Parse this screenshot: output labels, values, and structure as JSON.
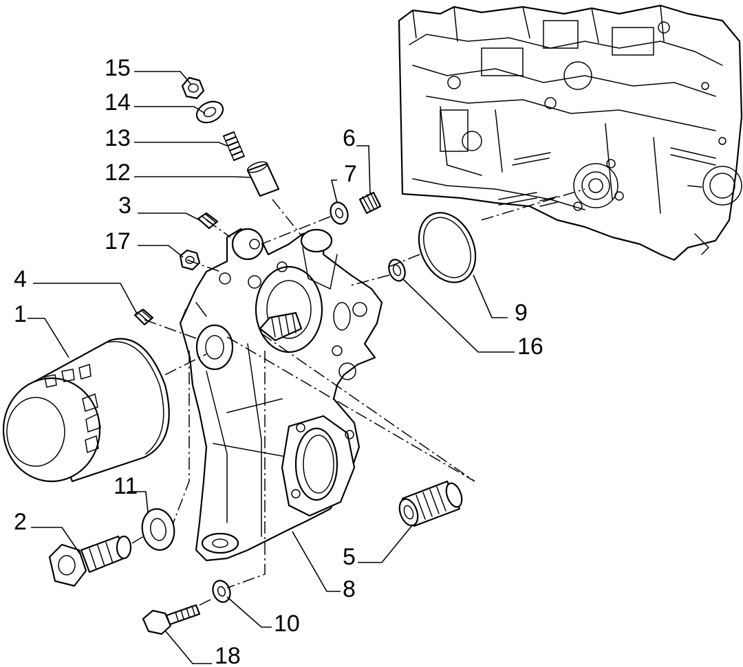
{
  "callouts": [
    {
      "id": "c15",
      "label": "15"
    },
    {
      "id": "c14",
      "label": "14"
    },
    {
      "id": "c13",
      "label": "13"
    },
    {
      "id": "c12",
      "label": "12"
    },
    {
      "id": "c3",
      "label": "3"
    },
    {
      "id": "c17",
      "label": "17"
    },
    {
      "id": "c4",
      "label": "4"
    },
    {
      "id": "c1",
      "label": "1"
    },
    {
      "id": "c6",
      "label": "6"
    },
    {
      "id": "c7",
      "label": "7"
    },
    {
      "id": "c9",
      "label": "9"
    },
    {
      "id": "c16",
      "label": "16"
    },
    {
      "id": "c11",
      "label": "11"
    },
    {
      "id": "c2",
      "label": "2"
    },
    {
      "id": "c5",
      "label": "5"
    },
    {
      "id": "c8",
      "label": "8"
    },
    {
      "id": "c10",
      "label": "10"
    },
    {
      "id": "c18",
      "label": "18"
    }
  ]
}
